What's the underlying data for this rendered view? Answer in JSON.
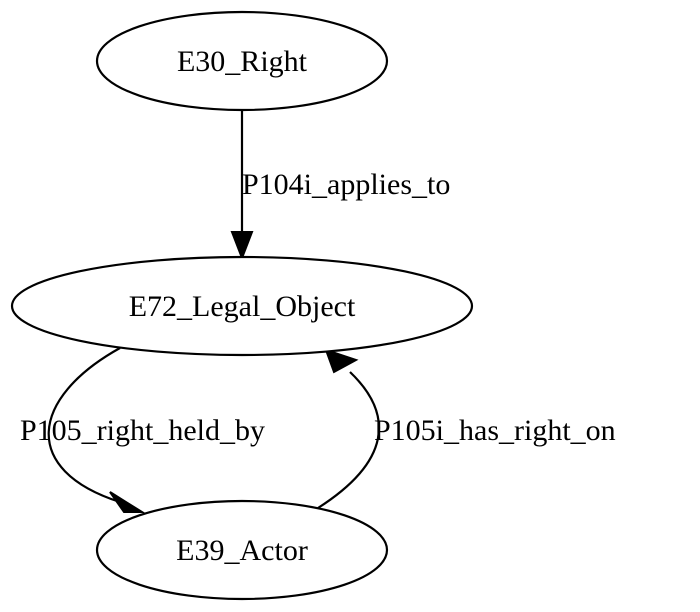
{
  "diagram": {
    "nodes": {
      "right": "E30_Right",
      "legal_object": "E72_Legal_Object",
      "actor": "E39_Actor"
    },
    "edges": {
      "applies_to": "P104i_applies_to",
      "right_held_by": "P105_right_held_by",
      "has_right_on": "P105i_has_right_on"
    }
  }
}
